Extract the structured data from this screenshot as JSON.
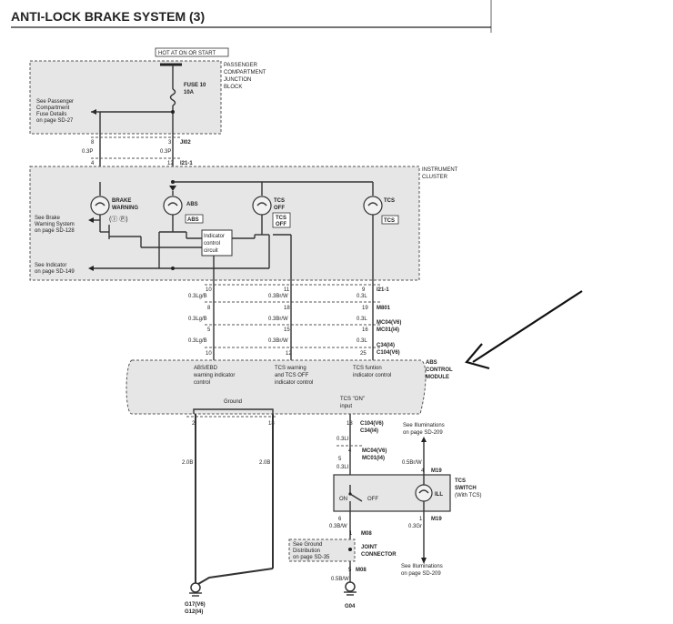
{
  "title": "ANTI-LOCK BRAKE SYSTEM (3)",
  "hot": "HOT AT ON OR START",
  "pcjb": [
    "PASSENGER",
    "COMPARTMENT",
    "JUNCTION",
    "BLOCK"
  ],
  "fuse": [
    "FUSE 10",
    "10A"
  ],
  "see_pcjb": [
    "See Passenger",
    "Compartment",
    "Fuse Details",
    "on page SD-27"
  ],
  "pins_top": {
    "p8": "8",
    "p3": "3",
    "p4": "4",
    "p12": "12",
    "c1": "JI02",
    "c2": "I21-1"
  },
  "wire_03p_a": "0.3P",
  "wire_03p_b": "0.3P",
  "cluster": [
    "INSTRUMENT",
    "CLUSTER"
  ],
  "brake": [
    "BRAKE",
    "WARNING"
  ],
  "brake_sym": "(Ⓘ Ⓟ)",
  "abs_lamp": "ABS",
  "abs_badge": "ABS",
  "tcsoff": [
    "TCS",
    "OFF"
  ],
  "tcsoff_badge": [
    "TCS",
    "OFF"
  ],
  "tcs_lamp": "TCS",
  "tcs_badge": "TCS",
  "indicator": [
    "Indicator",
    "control",
    "circuit"
  ],
  "see_brake": [
    "See Brake",
    "Warning System",
    "on page SD-128"
  ],
  "see_indicator": [
    "See Indicator",
    "on page SD-149"
  ],
  "pins": {
    "r1": [
      "10",
      "11",
      "9",
      "I21-1"
    ],
    "w1": [
      "0.3Lg/B",
      "0.3Br/W",
      "0.3L"
    ],
    "r2": [
      "8",
      "18",
      "19",
      "M801"
    ],
    "w2": [
      "0.3Lg/B",
      "0.3Br/W",
      "0.3L"
    ],
    "r3": [
      "5",
      "15",
      "16",
      "MC04(V6)",
      "MC01(I4)"
    ],
    "w3": [
      "0.3Lg/B",
      "0.3Br/W",
      "0.3L"
    ],
    "r4": [
      "10",
      "12",
      "25",
      "C34(I4)",
      "C104(V6)"
    ]
  },
  "abs_module": [
    "ABS",
    "CONTROL",
    "MODULE"
  ],
  "mod_abs": [
    "ABS/EBD",
    "warning indicator",
    "control"
  ],
  "mod_tcs": [
    "TCS warning",
    "and TCS OFF",
    "indicator control"
  ],
  "mod_tcsf": [
    "TCS funtion",
    "indicator control"
  ],
  "ground": "Ground",
  "tcs_on": [
    "TCS \"ON\"",
    "input"
  ],
  "gpins": [
    "2",
    "18"
  ],
  "w20b": "2.0B",
  "c_pins": {
    "p13": "13",
    "c104": "C104(V6)",
    "c34": "C34(I4)",
    "w": "0.3LI"
  },
  "see_illum_top": [
    "See Illuminations",
    "on page SD-209"
  ],
  "mc_pins": {
    "p4": "4",
    "mc04": "MC04(V6)",
    "mc01": "MC01(I4)",
    "p5": "5",
    "w": "0.3LI"
  },
  "m19_top": {
    "p4": "4",
    "m19": "M19",
    "w": "0.5Br/W"
  },
  "tcs_switch": [
    "TCS",
    "SWITCH",
    "(With TCS)"
  ],
  "sw_on": "ON",
  "sw_off": "OFF",
  "ill": "ILL",
  "bot_pins": {
    "p6": "6",
    "p1": "1",
    "w1": "0.3B/W",
    "w2": "0.3Gr",
    "m19": "M19"
  },
  "m08": {
    "p1": "1",
    "m08": "M08",
    "p5": "5",
    "m08b": "M08",
    "w": "0.5B/W"
  },
  "see_ground": [
    "See Ground",
    "Distribution",
    "on page SD-35"
  ],
  "joint": [
    "JOINT",
    "CONNECTOR"
  ],
  "see_illum_bot": [
    "See Illuminations",
    "on page SD-209"
  ],
  "g17": [
    "G17(V6)",
    "G12(I4)"
  ],
  "g04": "G04"
}
